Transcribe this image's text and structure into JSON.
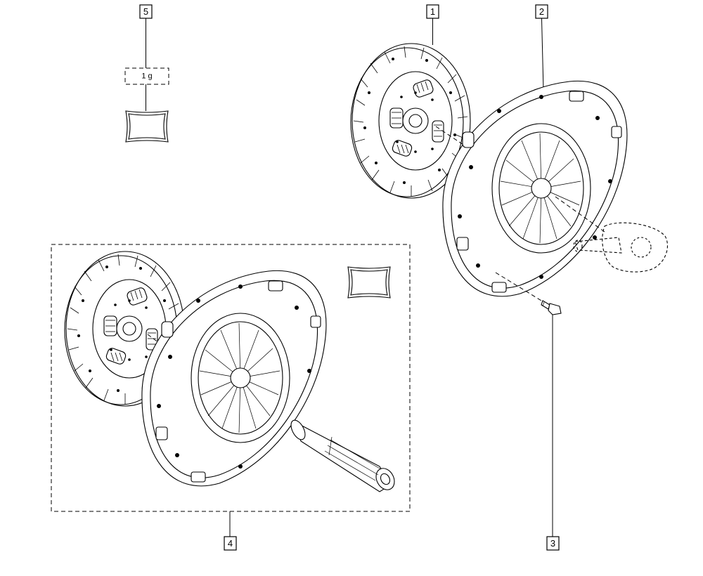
{
  "callouts": [
    {
      "id": "1",
      "label": "1"
    },
    {
      "id": "2",
      "label": "2"
    },
    {
      "id": "3",
      "label": "3"
    },
    {
      "id": "4",
      "label": "4"
    },
    {
      "id": "5",
      "label": "5"
    }
  ],
  "grease_quantity": "1 g",
  "colors": {
    "line": "#000000",
    "background": "#ffffff"
  },
  "icons": [
    "clutch-disc-icon",
    "pressure-plate-icon",
    "bolt-icon",
    "grease-sachet-icon",
    "release-bearing-icon",
    "input-shaft-icon"
  ]
}
